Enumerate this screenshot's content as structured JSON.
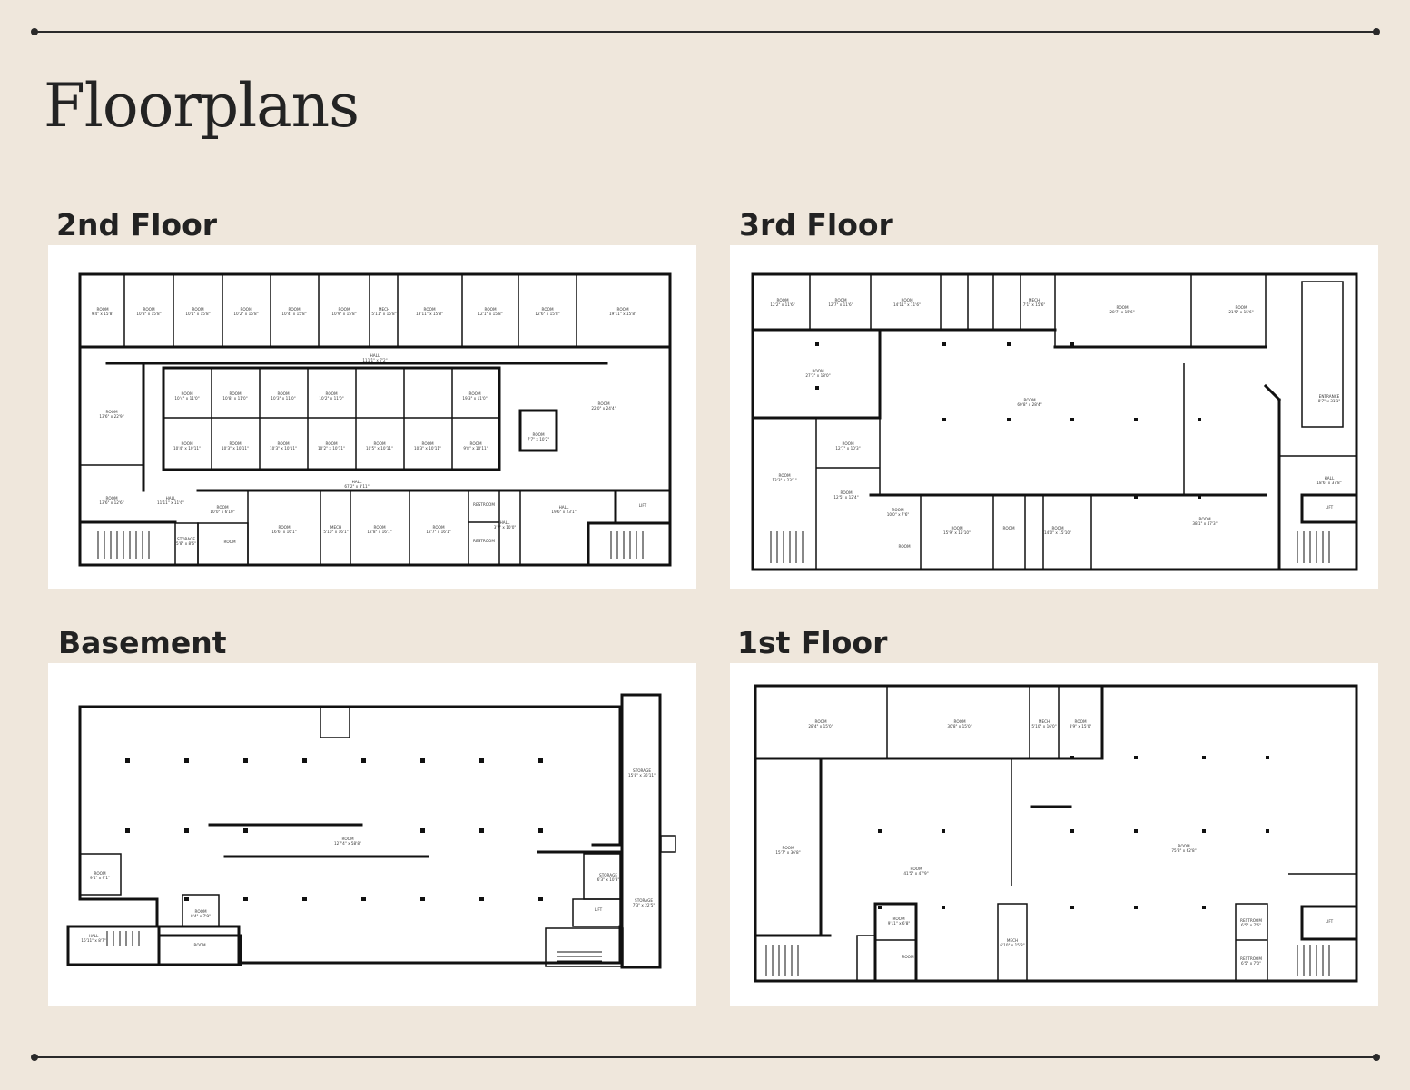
{
  "page": {
    "title": "Floorplans"
  },
  "sections": {
    "second": {
      "title": "2nd Floor"
    },
    "third": {
      "title": "3rd Floor"
    },
    "basement": {
      "title": "Basement"
    },
    "first": {
      "title": "1st Floor"
    }
  },
  "plans": {
    "second": {
      "rooms": [
        {
          "name": "ROOM",
          "dim": "9'4\" x 15'8\""
        },
        {
          "name": "ROOM",
          "dim": "10'8\" x 15'8\""
        },
        {
          "name": "ROOM",
          "dim": "10'1\" x 15'8\""
        },
        {
          "name": "ROOM",
          "dim": "10'2\" x 15'8\""
        },
        {
          "name": "ROOM",
          "dim": "10'4\" x 15'8\""
        },
        {
          "name": "ROOM",
          "dim": "10'9\" x 15'8\""
        },
        {
          "name": "MECH",
          "dim": "5'11\" x 15'8\""
        },
        {
          "name": "ROOM",
          "dim": "13'11\" x 15'8\""
        },
        {
          "name": "ROOM",
          "dim": "12'1\" x 15'8\""
        },
        {
          "name": "ROOM",
          "dim": "12'6\" x 15'8\""
        },
        {
          "name": "ROOM",
          "dim": "19'11\" x 15'8\""
        },
        {
          "name": "HALL",
          "dim": "111'1\" x 7'2\""
        },
        {
          "name": "ROOM",
          "dim": "13'6\" x 22'9\""
        },
        {
          "name": "ROOM",
          "dim": "10'4\" x 11'0\""
        },
        {
          "name": "ROOM",
          "dim": "10'8\" x 11'0\""
        },
        {
          "name": "ROOM",
          "dim": "10'3\" x 11'0\""
        },
        {
          "name": "ROOM",
          "dim": "10'2\" x 11'0\""
        },
        {
          "name": "ROOM",
          "dim": "19'3\" x 11'0\""
        },
        {
          "name": "ROOM",
          "dim": "22'0\" x 24'4\""
        },
        {
          "name": "ROOM",
          "dim": "10'4\" x 10'11\""
        },
        {
          "name": "ROOM",
          "dim": "10'3\" x 10'11\""
        },
        {
          "name": "ROOM",
          "dim": "10'3\" x 10'11\""
        },
        {
          "name": "ROOM",
          "dim": "10'2\" x 10'11\""
        },
        {
          "name": "ROOM",
          "dim": "10'5\" x 10'11\""
        },
        {
          "name": "ROOM",
          "dim": "10'3\" x 10'11\""
        },
        {
          "name": "ROOM",
          "dim": "9'8\" x 10'11\""
        },
        {
          "name": "ROOM",
          "dim": "7'7\" x 10'2\""
        },
        {
          "name": "HALL",
          "dim": "67'2\" x 3'11\""
        },
        {
          "name": "ROOM",
          "dim": "13'6\" x 12'6\""
        },
        {
          "name": "HALL",
          "dim": "11'11\" x 11'6\""
        },
        {
          "name": "ROOM",
          "dim": "10'0\" x 6'10\""
        },
        {
          "name": "ROOM",
          "dim": "16'6\" x 16'1\""
        },
        {
          "name": "MECH",
          "dim": "5'10\" x 16'1\""
        },
        {
          "name": "ROOM",
          "dim": "12'8\" x 16'1\""
        },
        {
          "name": "ROOM",
          "dim": "12'7\" x 16'1\""
        },
        {
          "name": "RESTROOM",
          "dim": ""
        },
        {
          "name": "HALL",
          "dim": "3'7\" x 10'0\""
        },
        {
          "name": "RESTROOM",
          "dim": ""
        },
        {
          "name": "HALL",
          "dim": "19'6\" x 23'1\""
        },
        {
          "name": "LIFT",
          "dim": ""
        },
        {
          "name": "STORAGE",
          "dim": "5'8\" x 8'6\""
        },
        {
          "name": "ROOM",
          "dim": ""
        }
      ]
    },
    "third": {
      "rooms": [
        {
          "name": "ROOM",
          "dim": "12'2\" x 11'6\""
        },
        {
          "name": "ROOM",
          "dim": "12'7\" x 11'6\""
        },
        {
          "name": "ROOM",
          "dim": "14'11\" x 11'6\""
        },
        {
          "name": "MECH",
          "dim": "7'1\" x 15'6\""
        },
        {
          "name": "ROOM",
          "dim": "28'7\" x 15'6\""
        },
        {
          "name": "ROOM",
          "dim": "21'5\" x 15'6\""
        },
        {
          "name": "ROOM",
          "dim": "27'3\" x 18'0\""
        },
        {
          "name": "ROOM",
          "dim": "60'8\" x 28'4\""
        },
        {
          "name": "ENTRANCE",
          "dim": "8'7\" x 31'1\""
        },
        {
          "name": "ROOM",
          "dim": "12'7\" x 10'3\""
        },
        {
          "name": "ROOM",
          "dim": "13'3\" x 23'1\""
        },
        {
          "name": "ROOM",
          "dim": "12'5\" x 12'4\""
        },
        {
          "name": "ROOM",
          "dim": "10'0\" x 7'6\""
        },
        {
          "name": "ROOM",
          "dim": "15'9\" x 15'10\""
        },
        {
          "name": "ROOM",
          "dim": ""
        },
        {
          "name": "ROOM",
          "dim": "14'0\" x 15'10\""
        },
        {
          "name": "ROOM",
          "dim": "38'1\" x 47'3\""
        },
        {
          "name": "HALL",
          "dim": "18'6\" x 37'8\""
        },
        {
          "name": "LIFT",
          "dim": ""
        },
        {
          "name": "ROOM",
          "dim": ""
        }
      ]
    },
    "basement": {
      "rooms": [
        {
          "name": "STORAGE",
          "dim": "15'8\" x 36'11\""
        },
        {
          "name": "ROOM",
          "dim": "127'4\" x 58'8\""
        },
        {
          "name": "ROOM",
          "dim": "9'4\" x 9'1\""
        },
        {
          "name": "STORAGE",
          "dim": "6'3\" x 10'3\""
        },
        {
          "name": "STORAGE",
          "dim": "7'3\" x 22'5\""
        },
        {
          "name": "LIFT",
          "dim": ""
        },
        {
          "name": "ROOM",
          "dim": "8'4\" x 7'9\""
        },
        {
          "name": "HALL",
          "dim": "16'11\" x 8'7\""
        },
        {
          "name": "ROOM",
          "dim": ""
        }
      ]
    },
    "first": {
      "rooms": [
        {
          "name": "ROOM",
          "dim": "28'4\" x 15'0\""
        },
        {
          "name": "ROOM",
          "dim": "30'8\" x 15'0\""
        },
        {
          "name": "MECH",
          "dim": "5'10\" x 16'0\""
        },
        {
          "name": "ROOM",
          "dim": "8'9\" x 15'0\""
        },
        {
          "name": "ROOM",
          "dim": "15'7\" x 36'8\""
        },
        {
          "name": "ROOM",
          "dim": "41'5\" x 47'9\""
        },
        {
          "name": "ROOM",
          "dim": "75'8\" x 62'8\""
        },
        {
          "name": "ROOM",
          "dim": "9'11\" x 6'8\""
        },
        {
          "name": "ROOM",
          "dim": ""
        },
        {
          "name": "MECH",
          "dim": "6'10\" x 15'8\""
        },
        {
          "name": "RESTROOM",
          "dim": "6'5\" x 7'6\""
        },
        {
          "name": "RESTROOM",
          "dim": "6'5\" x 7'0\""
        },
        {
          "name": "LIFT",
          "dim": ""
        }
      ]
    }
  }
}
